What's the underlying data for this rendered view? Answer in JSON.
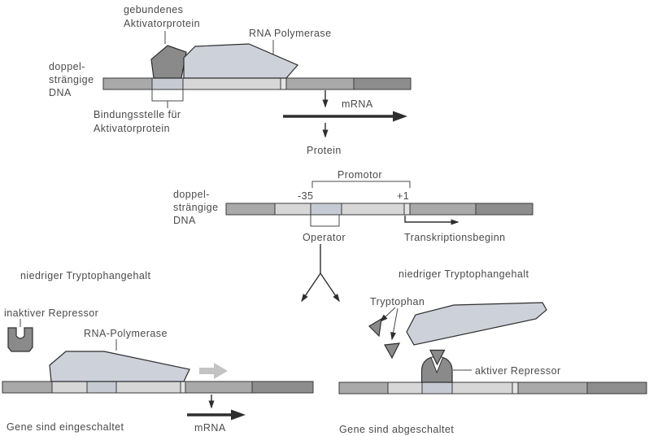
{
  "top": {
    "activator_label": [
      "gebundenes",
      "Aktivatorprotein"
    ],
    "polymerase_label": "RNA Polymerase",
    "dna_label": [
      "doppel-",
      "strängige",
      "DNA"
    ],
    "binding_site_label": [
      "Bindungsstelle für",
      "Aktivatorprotein"
    ],
    "mrna_label": "mRNA",
    "protein_label": "Protein"
  },
  "middle": {
    "dna_label": [
      "doppel-",
      "strängige",
      "DNA"
    ],
    "promoter_label": "Promotor",
    "minus35_label": "-35",
    "plus1_label": "+1",
    "operator_label": "Operator",
    "transcription_label": "Transkriptionsbeginn"
  },
  "branch": {
    "left_condition": "niedriger Tryptophangehalt",
    "right_condition": "niedriger Tryptophangehalt"
  },
  "genes_on": {
    "inactive_repressor_label": "inaktiver Repressor",
    "polymerase_label": "RNA-Polymerase",
    "mrna_label": "mRNA",
    "caption": "Gene sind eingeschaltet"
  },
  "genes_off": {
    "tryptophan_label": "Tryptophan",
    "active_repressor_label": "aktiver Repressor",
    "caption": "Gene sind abgeschaltet"
  },
  "colors": {
    "background": "#ffffff",
    "text": "#4a4a4a",
    "outline": "#2e2e2e",
    "dna_medium": "#a9a9a9",
    "dna_light": "#d7d7d7",
    "dna_pale": "#e4e4e4",
    "dna_dark": "#8d8d8d",
    "operator_segment": "#c6cad2",
    "protein_light": "#cdd1d9",
    "protein_dark": "#8a8a8a",
    "faded_arrow": "#c3c3c3"
  }
}
